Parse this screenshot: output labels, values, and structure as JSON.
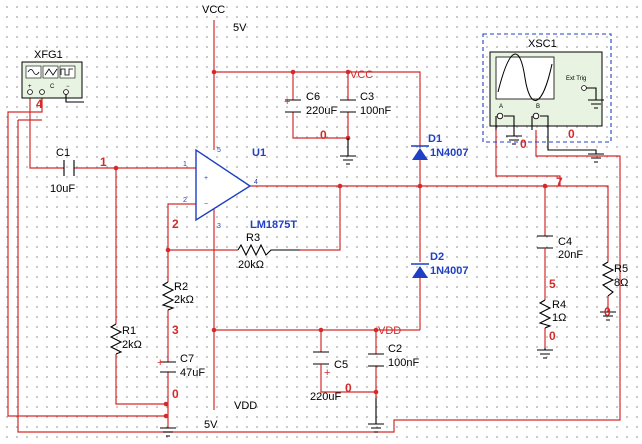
{
  "rails": {
    "vcc": "VCC",
    "vcc_voltage": "5V",
    "vdd": "VDD",
    "vdd_voltage": "5V"
  },
  "net_labels": {
    "vcc": "VCC",
    "vdd": "VDD"
  },
  "components": {
    "xfg1": "XFG1",
    "xsc1": "XSC1",
    "xsc1_trig": "Ext Trig",
    "xsc1_a": "A",
    "xsc1_b": "B",
    "u1_ref": "U1",
    "u1_part": "LM1875T",
    "c1_ref": "C1",
    "c1_val": "10uF",
    "c2_ref": "C2",
    "c2_val": "100nF",
    "c3_ref": "C3",
    "c3_val": "100nF",
    "c4_ref": "C4",
    "c4_val": "20nF",
    "c5_ref": "C5",
    "c5_val": "220uF",
    "c6_ref": "C6",
    "c6_val": "220uF",
    "c7_ref": "C7",
    "c7_val": "47uF",
    "r1_ref": "R1",
    "r1_val": "2kΩ",
    "r2_ref": "R2",
    "r2_val": "2kΩ",
    "r3_ref": "R3",
    "r3_val": "20kΩ",
    "r4_ref": "R4",
    "r4_val": "1Ω",
    "r5_ref": "R5",
    "r5_val": "8Ω",
    "d1_ref": "D1",
    "d1_val": "1N4007",
    "d2_ref": "D2",
    "d2_val": "1N4007"
  },
  "pins": {
    "u1_p1": "1",
    "u1_p2": "2",
    "u1_p3": "3",
    "u1_p4": "4",
    "u1_p5": "5",
    "plus": "+",
    "minus": "−",
    "c_plus": "+"
  },
  "nodes": {
    "n0": "0",
    "n1": "1",
    "n2": "2",
    "n3": "3",
    "n4": "4",
    "n5": "5",
    "n7": "7"
  },
  "colors": {
    "wire": "#d42a2a",
    "ground": "#000000",
    "component_label": "#1f3fc4",
    "instrument_border": "#1f3fc4"
  }
}
